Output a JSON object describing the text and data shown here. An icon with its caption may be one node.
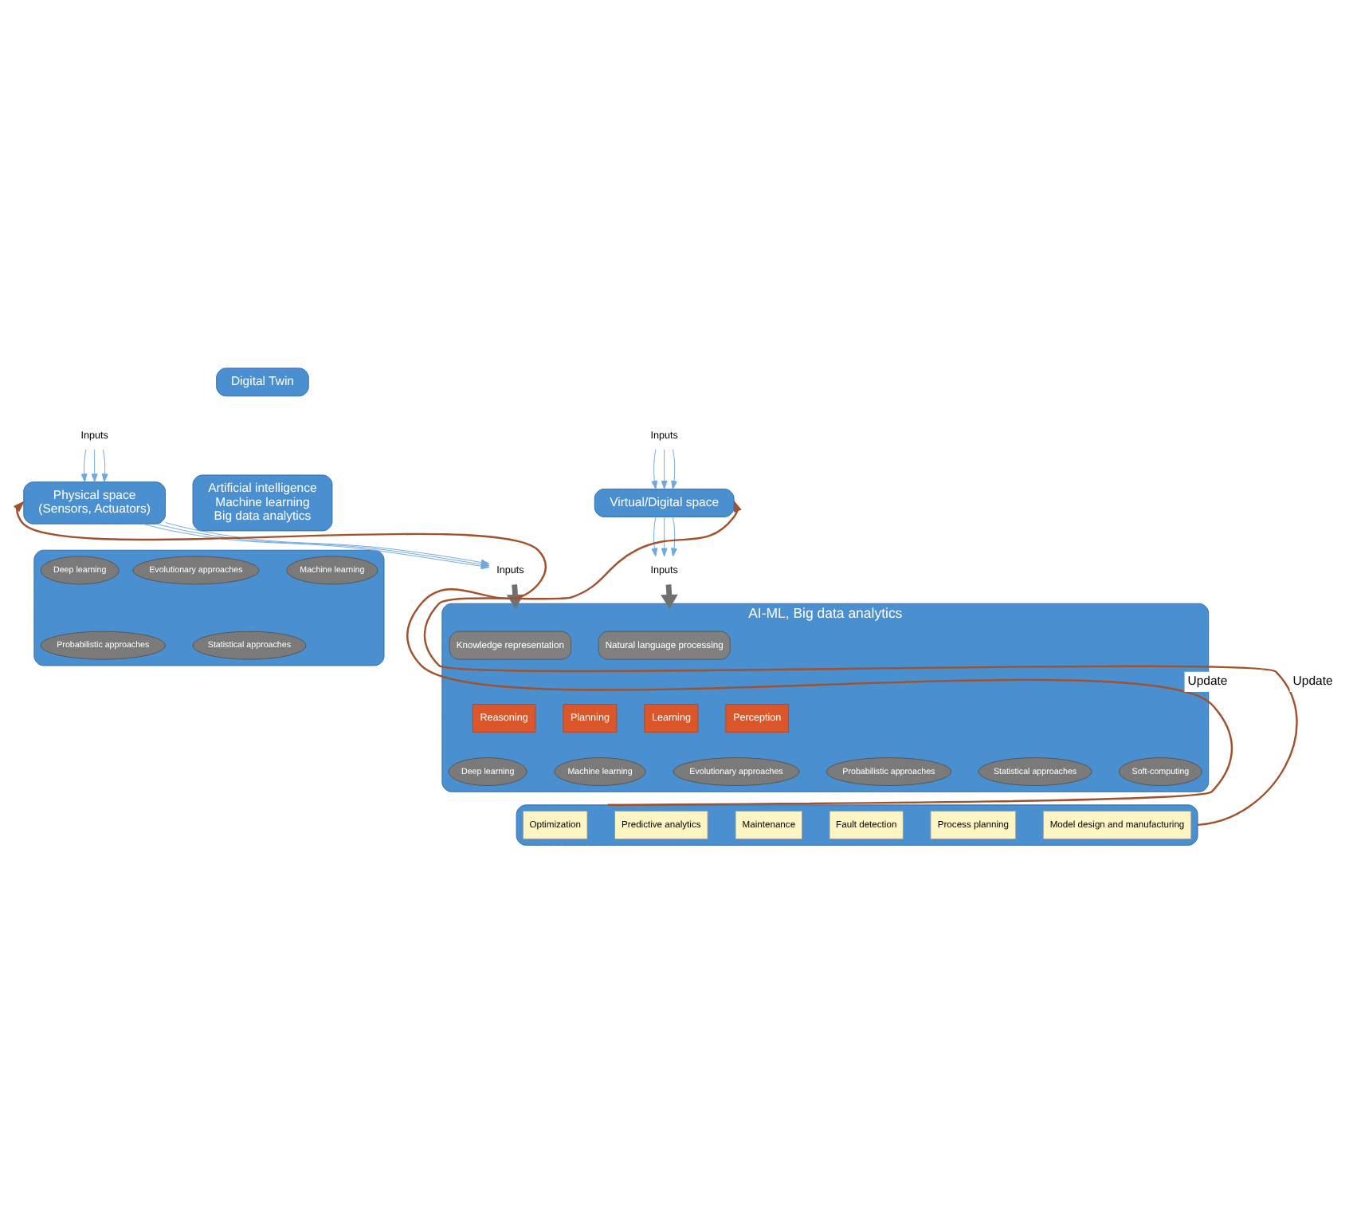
{
  "diagram": {
    "nodes": [
      {
        "text": [
          "Digital Twin"
        ]
      },
      {
        "text": [
          "Inputs"
        ]
      },
      {
        "text": [
          "Inputs"
        ]
      },
      {
        "text": [
          "Physical space",
          "(Sensors, Actuators)"
        ]
      },
      {
        "text": [
          "Artificial intelligence",
          "Machine learning",
          "Big data analytics"
        ]
      },
      {
        "text": [
          "Virtual/Digital space"
        ]
      },
      {
        "text": [],
        "shape": "box"
      },
      {
        "text": [
          "Deep learning"
        ],
        "in": 6
      },
      {
        "text": [
          "Machine learning"
        ],
        "in": 6
      },
      {
        "text": [
          "Evolutionary approaches"
        ],
        "in": 6
      },
      {
        "text": [
          "Probabilistic approaches"
        ],
        "in": 6
      },
      {
        "text": [
          "Statistical approaches"
        ],
        "in": 6
      },
      {
        "text": [
          "Inputs"
        ]
      },
      {
        "text": [
          "Inputs"
        ]
      },
      {
        "text": [
          "AI-ML, Big data analytics"
        ]
      },
      {
        "text": [
          "Knowledge representation"
        ],
        "in": 14
      },
      {
        "text": [
          "Natural language processing"
        ],
        "in": 14
      },
      {
        "text": [
          "Reasoning"
        ],
        "in": 14
      },
      {
        "text": [
          "Planning"
        ],
        "in": 14
      },
      {
        "text": [
          "Learning"
        ],
        "in": 14
      },
      {
        "text": [
          "Perception"
        ],
        "in": 14
      },
      {
        "text": [
          "Deep learning"
        ],
        "in": 14
      },
      {
        "text": [
          "Machine learning"
        ],
        "in": 14
      },
      {
        "text": [
          "Evolutionary approaches"
        ],
        "in": 14
      },
      {
        "text": [
          "Probabilistic approaches"
        ],
        "in": 14
      },
      {
        "text": [
          "Statistical approaches"
        ],
        "in": 14
      },
      {
        "text": [
          "Soft-computing"
        ],
        "in": 14
      },
      {
        "text": [],
        "shape": "box"
      },
      {
        "text": [
          "Optimization"
        ],
        "in": 27
      },
      {
        "text": [
          "Predictive analytics"
        ],
        "in": 27
      },
      {
        "text": [
          "Maintenance"
        ],
        "in": 27
      },
      {
        "text": [
          "Fault detection"
        ],
        "in": 27
      },
      {
        "text": [
          "Process planning"
        ],
        "in": 27
      },
      {
        "text": [
          "Model design and manufacturing"
        ],
        "in": 27
      }
    ],
    "edges": [
      {
        "from": 1,
        "to": 3,
        "arrow": "to"
      },
      {
        "from": 1,
        "to": 3,
        "arrow": "to"
      },
      {
        "from": 1,
        "to": 3,
        "arrow": "to"
      },
      {
        "from": 2,
        "to": 5,
        "arrow": "to"
      },
      {
        "from": 2,
        "to": 5,
        "arrow": "to"
      },
      {
        "from": 2,
        "to": 5,
        "arrow": "to"
      },
      {
        "from": 3,
        "to": 12,
        "arrow": "to"
      },
      {
        "from": 3,
        "to": 12,
        "arrow": "to"
      },
      {
        "from": 3,
        "to": 12,
        "arrow": "to"
      },
      {
        "from": 5,
        "to": 13,
        "arrow": "to"
      },
      {
        "from": 5,
        "to": 13,
        "arrow": "to"
      },
      {
        "from": 5,
        "to": 13,
        "arrow": "to"
      },
      {
        "from": 12,
        "to": 14,
        "arrow": "to",
        "style": "thick",
        "color": "#707070"
      },
      {
        "from": 13,
        "to": 14,
        "arrow": "to",
        "style": "thick",
        "color": "#707070"
      },
      {
        "from": 27,
        "to": 3,
        "arrow": "to",
        "label": "Update",
        "color": "#a0522d"
      },
      {
        "from": 27,
        "to": 5,
        "arrow": "to",
        "label": "Update",
        "color": "#a0522d"
      }
    ]
  }
}
